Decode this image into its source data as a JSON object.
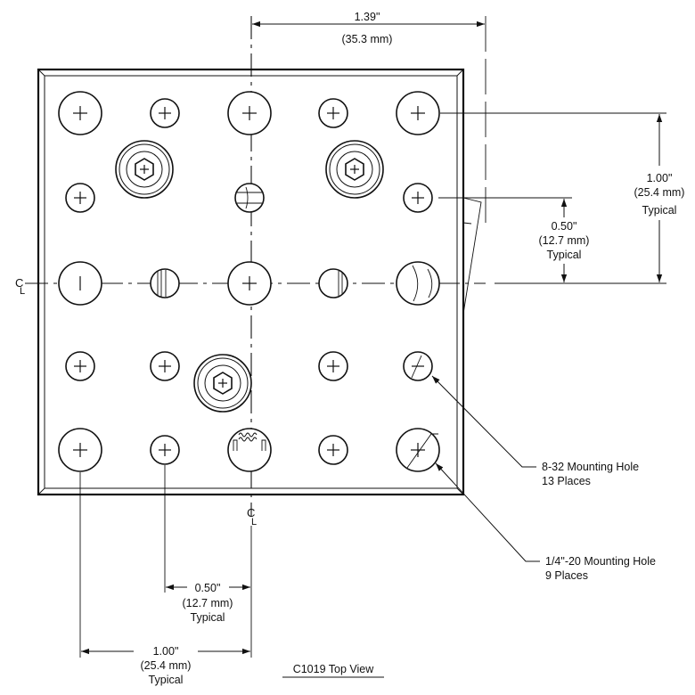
{
  "dimensions": {
    "top_spacing": {
      "inches": "1.39\"",
      "mm": "(35.3 mm)"
    },
    "right_large": {
      "inches": "1.00\"",
      "mm": "(25.4 mm)",
      "note": "Typical"
    },
    "right_small": {
      "inches": "0.50\"",
      "mm": "(12.7 mm)",
      "note": "Typical"
    },
    "bottom_small": {
      "inches": "0.50\"",
      "mm": "(12.7 mm)",
      "note": "Typical"
    },
    "bottom_large": {
      "inches": "1.00\"",
      "mm": "(25.4 mm)",
      "note": "Typical"
    }
  },
  "centerline_symbols": {
    "horizontal": "C",
    "vertical": "C",
    "subscript": "L"
  },
  "callouts": {
    "small_hole": {
      "line1": "8-32 Mounting Hole",
      "line2": "13 Places"
    },
    "large_hole": {
      "line1": "1/4\"-20 Mounting Hole",
      "line2": "9 Places"
    }
  },
  "caption": "C1019 Top View"
}
